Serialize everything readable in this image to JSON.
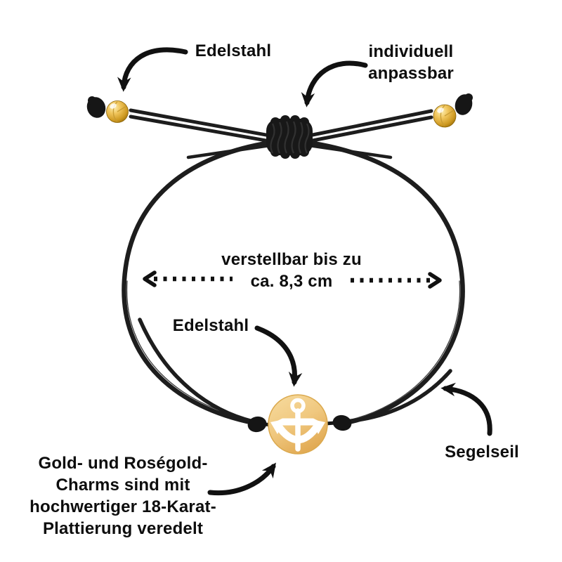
{
  "image_type": "annotated-product-diagram",
  "background": "#ffffff",
  "labels": {
    "bead_material": "Edelstahl",
    "adjustable_line1": "individuell",
    "adjustable_line2": "anpassbar",
    "adjust_range_line1": "verstellbar bis zu",
    "adjust_range_line2": "ca. 8,3 cm",
    "charm_material": "Edelstahl",
    "plating_line1": "Gold- und Roségold-",
    "plating_line2": "Charms sind mit",
    "plating_line3": "hochwertiger 18-Karat-",
    "plating_line4": "Plattierung veredelt",
    "rope": "Segelseil"
  },
  "measurement": {
    "adjustable_up_to": "ca. 8,3 cm"
  },
  "parts": {
    "charm": "anchor-charm",
    "beads": "gold-beads",
    "knot": "sliding-barrel-knot",
    "cord": "black-sail-rope"
  },
  "icons": {
    "anchor": "anchor-icon",
    "curved_arrow": "hand-drawn-arrow-icon",
    "dotted_arrow": "dotted-measure-arrow-icon"
  },
  "colors": {
    "text": "#0d0d0d",
    "arrow": "#111111",
    "cord_black": "#1d1d1d",
    "knot_black": "#171717",
    "gold_bead_light": "#fdf0b5",
    "gold_bead_mid": "#f1c75f",
    "gold_bead_deep": "#9a6f07",
    "charm_gold_light": "#f7dca0",
    "charm_gold_deep": "#e2ab55",
    "anchor_cutout": "#ffffff"
  }
}
